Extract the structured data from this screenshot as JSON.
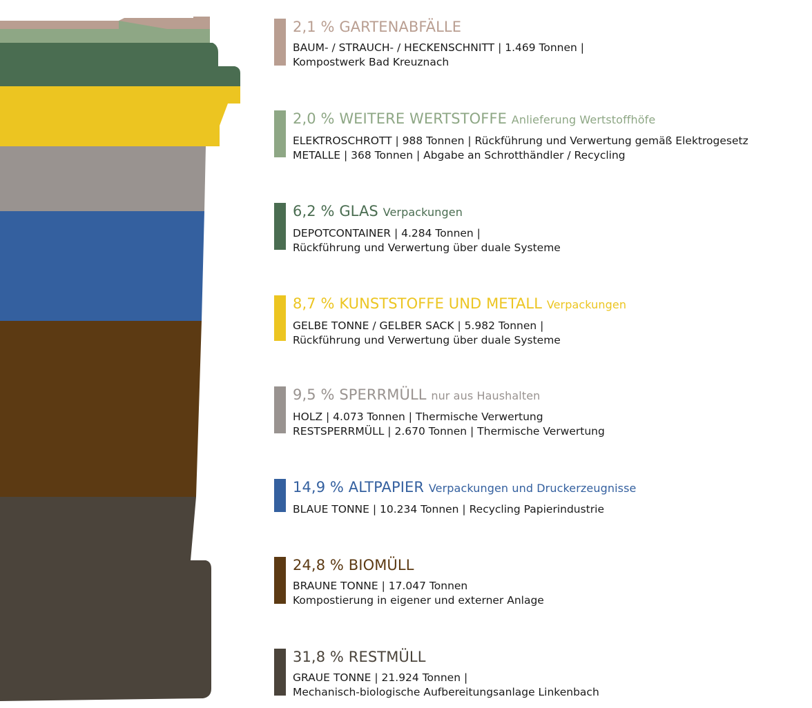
{
  "colors": {
    "gartenabfaelle": "#b99e91",
    "weitere_wertstoffe": "#8ea785",
    "glas": "#4a6d51",
    "kunststoffe": "#ecc521",
    "sperrmuell": "#999390",
    "altpapier": "#34609f",
    "biomuell": "#5c3a13",
    "restmuell": "#4b443b"
  },
  "entries": [
    {
      "percent": "2,1 %",
      "name": "GARTENABFÄLLE",
      "subtitle": "",
      "color": "#b99e91",
      "lines": [
        "BAUM- / STRAUCH- / HECKENSCHNITT | 1.469 Tonnen |",
        "Kompostwerk Bad Kreuznach"
      ]
    },
    {
      "percent": "2,0 %",
      "name": "WEITERE WERTSTOFFE",
      "subtitle": "Anlieferung Wertstoffhöfe",
      "color": "#8ea785",
      "lines": [
        "ELEKTROSCHROTT | 988 Tonnen | Rückführung und Verwertung gemäß Elektrogesetz",
        "METALLE | 368 Tonnen | Abgabe an Schrotthändler / Recycling"
      ]
    },
    {
      "percent": "6,2 %",
      "name": "GLAS",
      "subtitle": "Verpackungen",
      "color": "#4a6d51",
      "lines": [
        "DEPOTCONTAINER | 4.284 Tonnen |",
        "Rückführung und Verwertung über duale Systeme"
      ]
    },
    {
      "percent": "8,7 %",
      "name": "KUNSTSTOFFE UND METALL",
      "subtitle": "Verpackungen",
      "color": "#ecc521",
      "lines": [
        "GELBE TONNE / GELBER SACK | 5.982 Tonnen |",
        "Rückführung und Verwertung über duale Systeme"
      ]
    },
    {
      "percent": "9,5 %",
      "name": "SPERRMÜLL",
      "subtitle": "nur aus Haushalten",
      "color": "#999390",
      "lines": [
        "HOLZ | 4.073 Tonnen | Thermische Verwertung",
        "RESTSPERRMÜLL | 2.670 Tonnen | Thermische Verwertung"
      ]
    },
    {
      "percent": "14,9 %",
      "name": "ALTPAPIER",
      "subtitle": "Verpackungen und Druckerzeugnisse",
      "color": "#34609f",
      "lines": [
        "BLAUE TONNE | 10.234 Tonnen | Recycling Papierindustrie"
      ]
    },
    {
      "percent": "24,8 %",
      "name": "BIOMÜLL",
      "subtitle": "",
      "color": "#5c3a13",
      "lines": [
        "BRAUNE TONNE | 17.047 Tonnen",
        "Kompostierung in eigener und externer Anlage"
      ]
    },
    {
      "percent": "31,8 %",
      "name": "RESTMÜLL",
      "subtitle": "",
      "color": "#4b443b",
      "lines": [
        "GRAUE TONNE | 21.924 Tonnen |",
        "Mechanisch-biologische Aufbereitungsanlage Linkenbach"
      ]
    }
  ]
}
